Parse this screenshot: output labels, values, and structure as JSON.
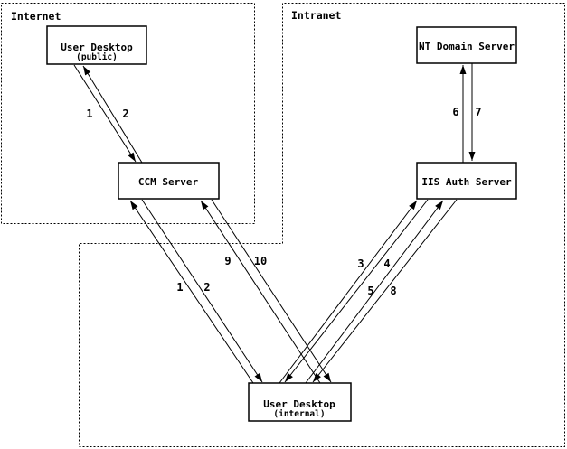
{
  "diagram": {
    "background_color": "#ffffff",
    "line_color": "#000000",
    "zones": [
      {
        "id": "internet",
        "label": "Internet"
      },
      {
        "id": "intranet",
        "label": "Intranet"
      }
    ],
    "nodes": [
      {
        "id": "user-desktop-public",
        "title": "User Desktop",
        "subtitle": "(public)",
        "zone": "Internet"
      },
      {
        "id": "ccm-server",
        "title": "CCM Server",
        "subtitle": "",
        "zone": "Internet"
      },
      {
        "id": "nt-domain-server",
        "title": "NT Domain Server",
        "subtitle": "",
        "zone": "Intranet"
      },
      {
        "id": "iis-auth-server",
        "title": "IIS Auth Server",
        "subtitle": "",
        "zone": "Intranet"
      },
      {
        "id": "user-desktop-internal",
        "title": "User Desktop",
        "subtitle": "(internal)",
        "zone": "Intranet"
      }
    ],
    "edges": [
      {
        "label": "1",
        "from": "user-desktop-public",
        "to": "ccm-server"
      },
      {
        "label": "2",
        "from": "ccm-server",
        "to": "user-desktop-public"
      },
      {
        "label": "1",
        "from": "user-desktop-internal",
        "to": "ccm-server"
      },
      {
        "label": "2",
        "from": "ccm-server",
        "to": "user-desktop-internal"
      },
      {
        "label": "9",
        "from": "user-desktop-internal",
        "to": "ccm-server"
      },
      {
        "label": "10",
        "from": "ccm-server",
        "to": "user-desktop-internal"
      },
      {
        "label": "3",
        "from": "user-desktop-internal",
        "to": "iis-auth-server"
      },
      {
        "label": "4",
        "from": "iis-auth-server",
        "to": "user-desktop-internal"
      },
      {
        "label": "5",
        "from": "user-desktop-internal",
        "to": "iis-auth-server"
      },
      {
        "label": "8",
        "from": "iis-auth-server",
        "to": "user-desktop-internal"
      },
      {
        "label": "6",
        "from": "iis-auth-server",
        "to": "nt-domain-server"
      },
      {
        "label": "7",
        "from": "nt-domain-server",
        "to": "iis-auth-server"
      }
    ]
  }
}
